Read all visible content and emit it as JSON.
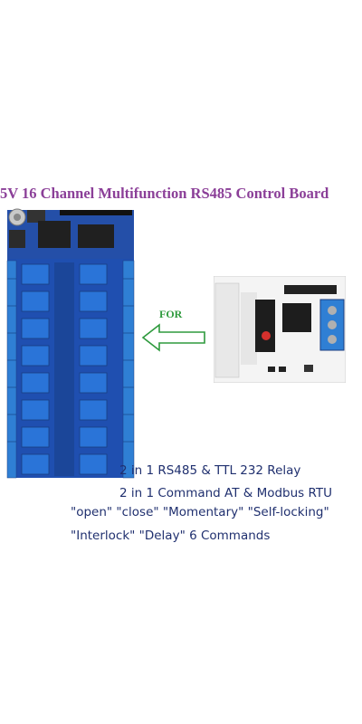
{
  "title": "5V 16 Channel Multifunction RS485 Control Board",
  "for_label": "FOR",
  "features": [
    "2 in 1 RS485 & TTL 232 Relay",
    "2 in 1 Command AT & Modbus RTU",
    "\"open\" \"close\"  \"Momentary\" \"Self-locking\"",
    "\"Interlock\" \"Delay\" 6 Commands"
  ],
  "colors": {
    "title": "#8b3f98",
    "features": "#20306f",
    "for_label": "#2e9a3d",
    "relay_pcb": "#1f4fb0",
    "module_pcb": "#f4f4f4",
    "terminal": "#2f7fd4"
  },
  "icons": {
    "arrow": "left-arrow-icon"
  }
}
